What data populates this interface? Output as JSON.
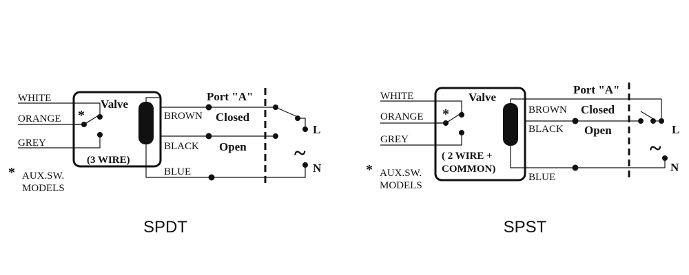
{
  "spdt": {
    "caption": "SPDT",
    "valve_label": "Valve",
    "wire_type": "(3 WIRE)",
    "wires": {
      "white": "WHITE",
      "orange": "ORANGE",
      "grey": "GREY",
      "brown": "BROWN",
      "black": "BLACK",
      "blue": "BLUE"
    },
    "port_label": "Port \"A\"",
    "closed_label": "Closed",
    "open_label": "Open",
    "line_label": "L",
    "neutral_label": "N",
    "ac_symbol": "~",
    "asterisk": "*",
    "aux_line1": "AUX.SW.",
    "aux_line2": "MODELS"
  },
  "spst": {
    "caption": "SPST",
    "valve_label": "Valve",
    "wire_type_line1": "( 2 WIRE +",
    "wire_type_line2": "COMMON)",
    "wires": {
      "white": "WHITE",
      "orange": "ORANGE",
      "grey": "GREY",
      "brown": "BROWN",
      "black": "BLACK",
      "blue": "BLUE"
    },
    "port_label": "Port \"A\"",
    "closed_label": "Closed",
    "open_label": "Open",
    "line_label": "L",
    "neutral_label": "N",
    "ac_symbol": "~",
    "asterisk": "*",
    "aux_line1": "AUX.SW.",
    "aux_line2": "MODELS"
  }
}
